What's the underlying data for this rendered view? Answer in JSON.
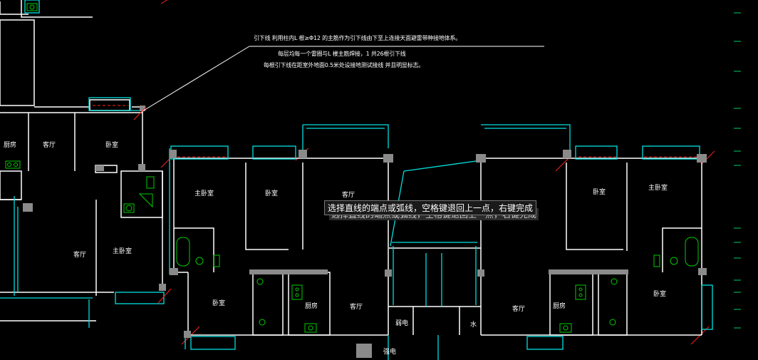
{
  "annotation": {
    "line1": "引下线 利用柱内L 根≥Φ12 的主筋作为引下线由下至上连接天面避雷带种接地体系。",
    "line2": "每层均每一个雷圈与L 楼主筋焊接，1 共26根引下线",
    "line3": "每根引下线在距室外地面0.5米处设接地测试接线 并且明显标志。"
  },
  "prompt": {
    "text": "选择直线的端点或弧线，空格键退回上一点，右键完成",
    "ghost_text": "选择直线的端点或弧线，空格键退回上一点，右键完成"
  },
  "rooms": {
    "kitchen_left": "厨房",
    "living_a": "客厅",
    "bedroom_a": "卧室",
    "living_b": "客厅",
    "master_b": "主卧室",
    "master_c": "主卧室",
    "bedroom_c": "卧室",
    "living_c": "客厅",
    "bedroom_d": "卧室",
    "master_d": "主卧室",
    "bedroom_e": "卧室",
    "kitchen_e": "厨房",
    "living_e": "客厅",
    "elec_e": "弱电",
    "water_e": "水",
    "strong_e": "强电",
    "living_f": "客厅",
    "kitchen_f": "厨房",
    "bedroom_f": "卧室"
  },
  "colors": {
    "background": "#000000",
    "wall": "#ffffff",
    "window": "#00ffff",
    "leader": "#ff2020",
    "fixture": "#00cc00",
    "column": "#8a8a8a"
  }
}
